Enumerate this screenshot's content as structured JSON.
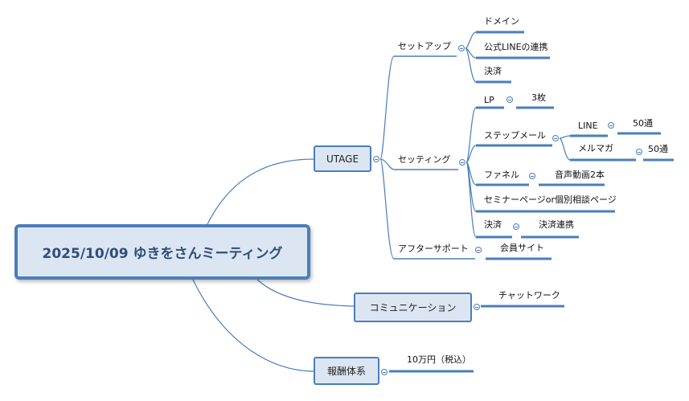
{
  "central": {
    "title": "2025/10/09 ゆきをさんミーティング"
  },
  "branches": {
    "utage": {
      "label": "UTAGE",
      "setup": {
        "label": "セットアップ",
        "domain": "ドメイン",
        "line_link": "公式LINEの連携",
        "payment": "決済"
      },
      "setting": {
        "label": "セッティング",
        "lp": "LP",
        "lp_count": "3枚",
        "step_mail": "ステップメール",
        "line": "LINE",
        "line_weeks": "50通",
        "mailmag": "メルマガ",
        "mailmag_weeks": "50通",
        "funnel": "ファネル",
        "funnel_video": "音声動画2本",
        "seminar_page": "セミナーページor個別相談ページ",
        "payment": "決済",
        "payment_link": "決済連携"
      },
      "after_support": {
        "label": "アフターサポート",
        "member_site": "会員サイト"
      }
    },
    "communication": {
      "label": "コミュニケーション",
      "chatwork": "チャットワーク"
    },
    "reward": {
      "label": "報酬体系",
      "amount": "10万円（税込）"
    }
  }
}
